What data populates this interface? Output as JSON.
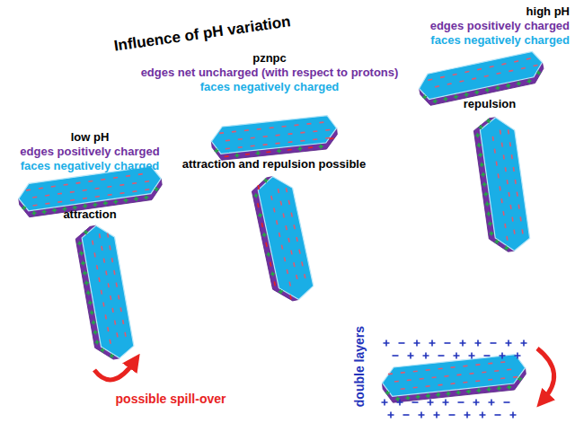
{
  "diagram": {
    "title": "Influence of pH variation",
    "labels": [
      "low pH",
      "edges positively charged",
      "faces negatively charged",
      "pznpc",
      "edges net uncharged (with respect to protons)",
      "faces negatively charged",
      "high pH",
      "edges positively charged",
      "faces negatively charged",
      "attraction",
      "attraction and repulsion possible",
      "repulsion",
      "possible spill-over",
      "double layers"
    ]
  }
}
